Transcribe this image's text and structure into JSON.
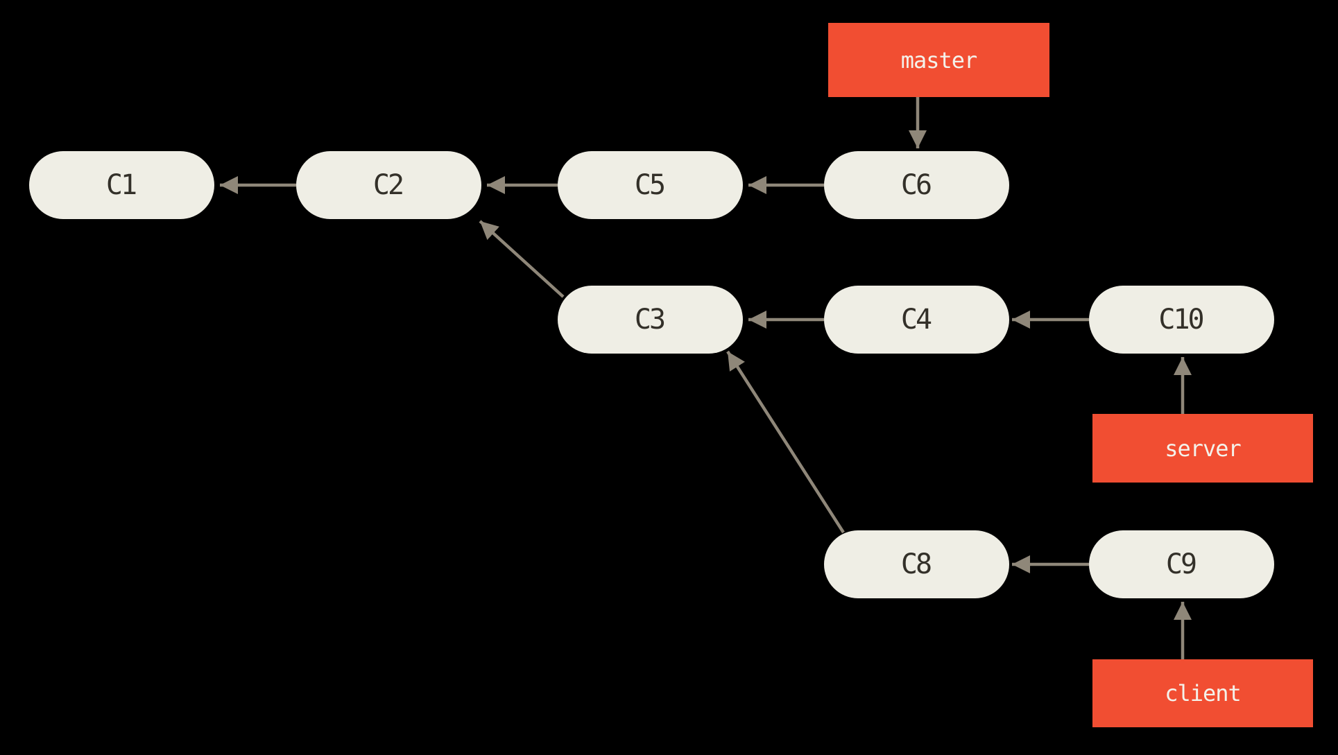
{
  "figure": {
    "kind": "git-commit-history-diagram",
    "description": "Diverged commit history with master, server and client branches"
  },
  "colors": {
    "background": "#000000",
    "commit_fill": "#EFEEE5",
    "commit_text": "#333029",
    "branch_fill": "#F14E32",
    "branch_text": "#F4F2EB",
    "arrow": "#8F8779"
  },
  "graph": {
    "commits": [
      {
        "label": "C1",
        "parent": null
      },
      {
        "label": "C2",
        "parent": "C1"
      },
      {
        "label": "C5",
        "parent": "C2"
      },
      {
        "label": "C6",
        "parent": "C5"
      },
      {
        "label": "C3",
        "parent": "C2"
      },
      {
        "label": "C4",
        "parent": "C3"
      },
      {
        "label": "C10",
        "parent": "C4"
      },
      {
        "label": "C8",
        "parent": "C3"
      },
      {
        "label": "C9",
        "parent": "C8"
      }
    ],
    "branches": [
      {
        "name": "master",
        "points_to": "C6"
      },
      {
        "name": "server",
        "points_to": "C10"
      },
      {
        "name": "client",
        "points_to": "C9"
      }
    ],
    "edges": [
      {
        "from": "C2",
        "to": "C1"
      },
      {
        "from": "C5",
        "to": "C2"
      },
      {
        "from": "C6",
        "to": "C5"
      },
      {
        "from": "C3",
        "to": "C2"
      },
      {
        "from": "C4",
        "to": "C3"
      },
      {
        "from": "C10",
        "to": "C4"
      },
      {
        "from": "C8",
        "to": "C3"
      },
      {
        "from": "C9",
        "to": "C8"
      },
      {
        "from": "master",
        "to": "C6"
      },
      {
        "from": "server",
        "to": "C10"
      },
      {
        "from": "client",
        "to": "C9"
      }
    ]
  }
}
